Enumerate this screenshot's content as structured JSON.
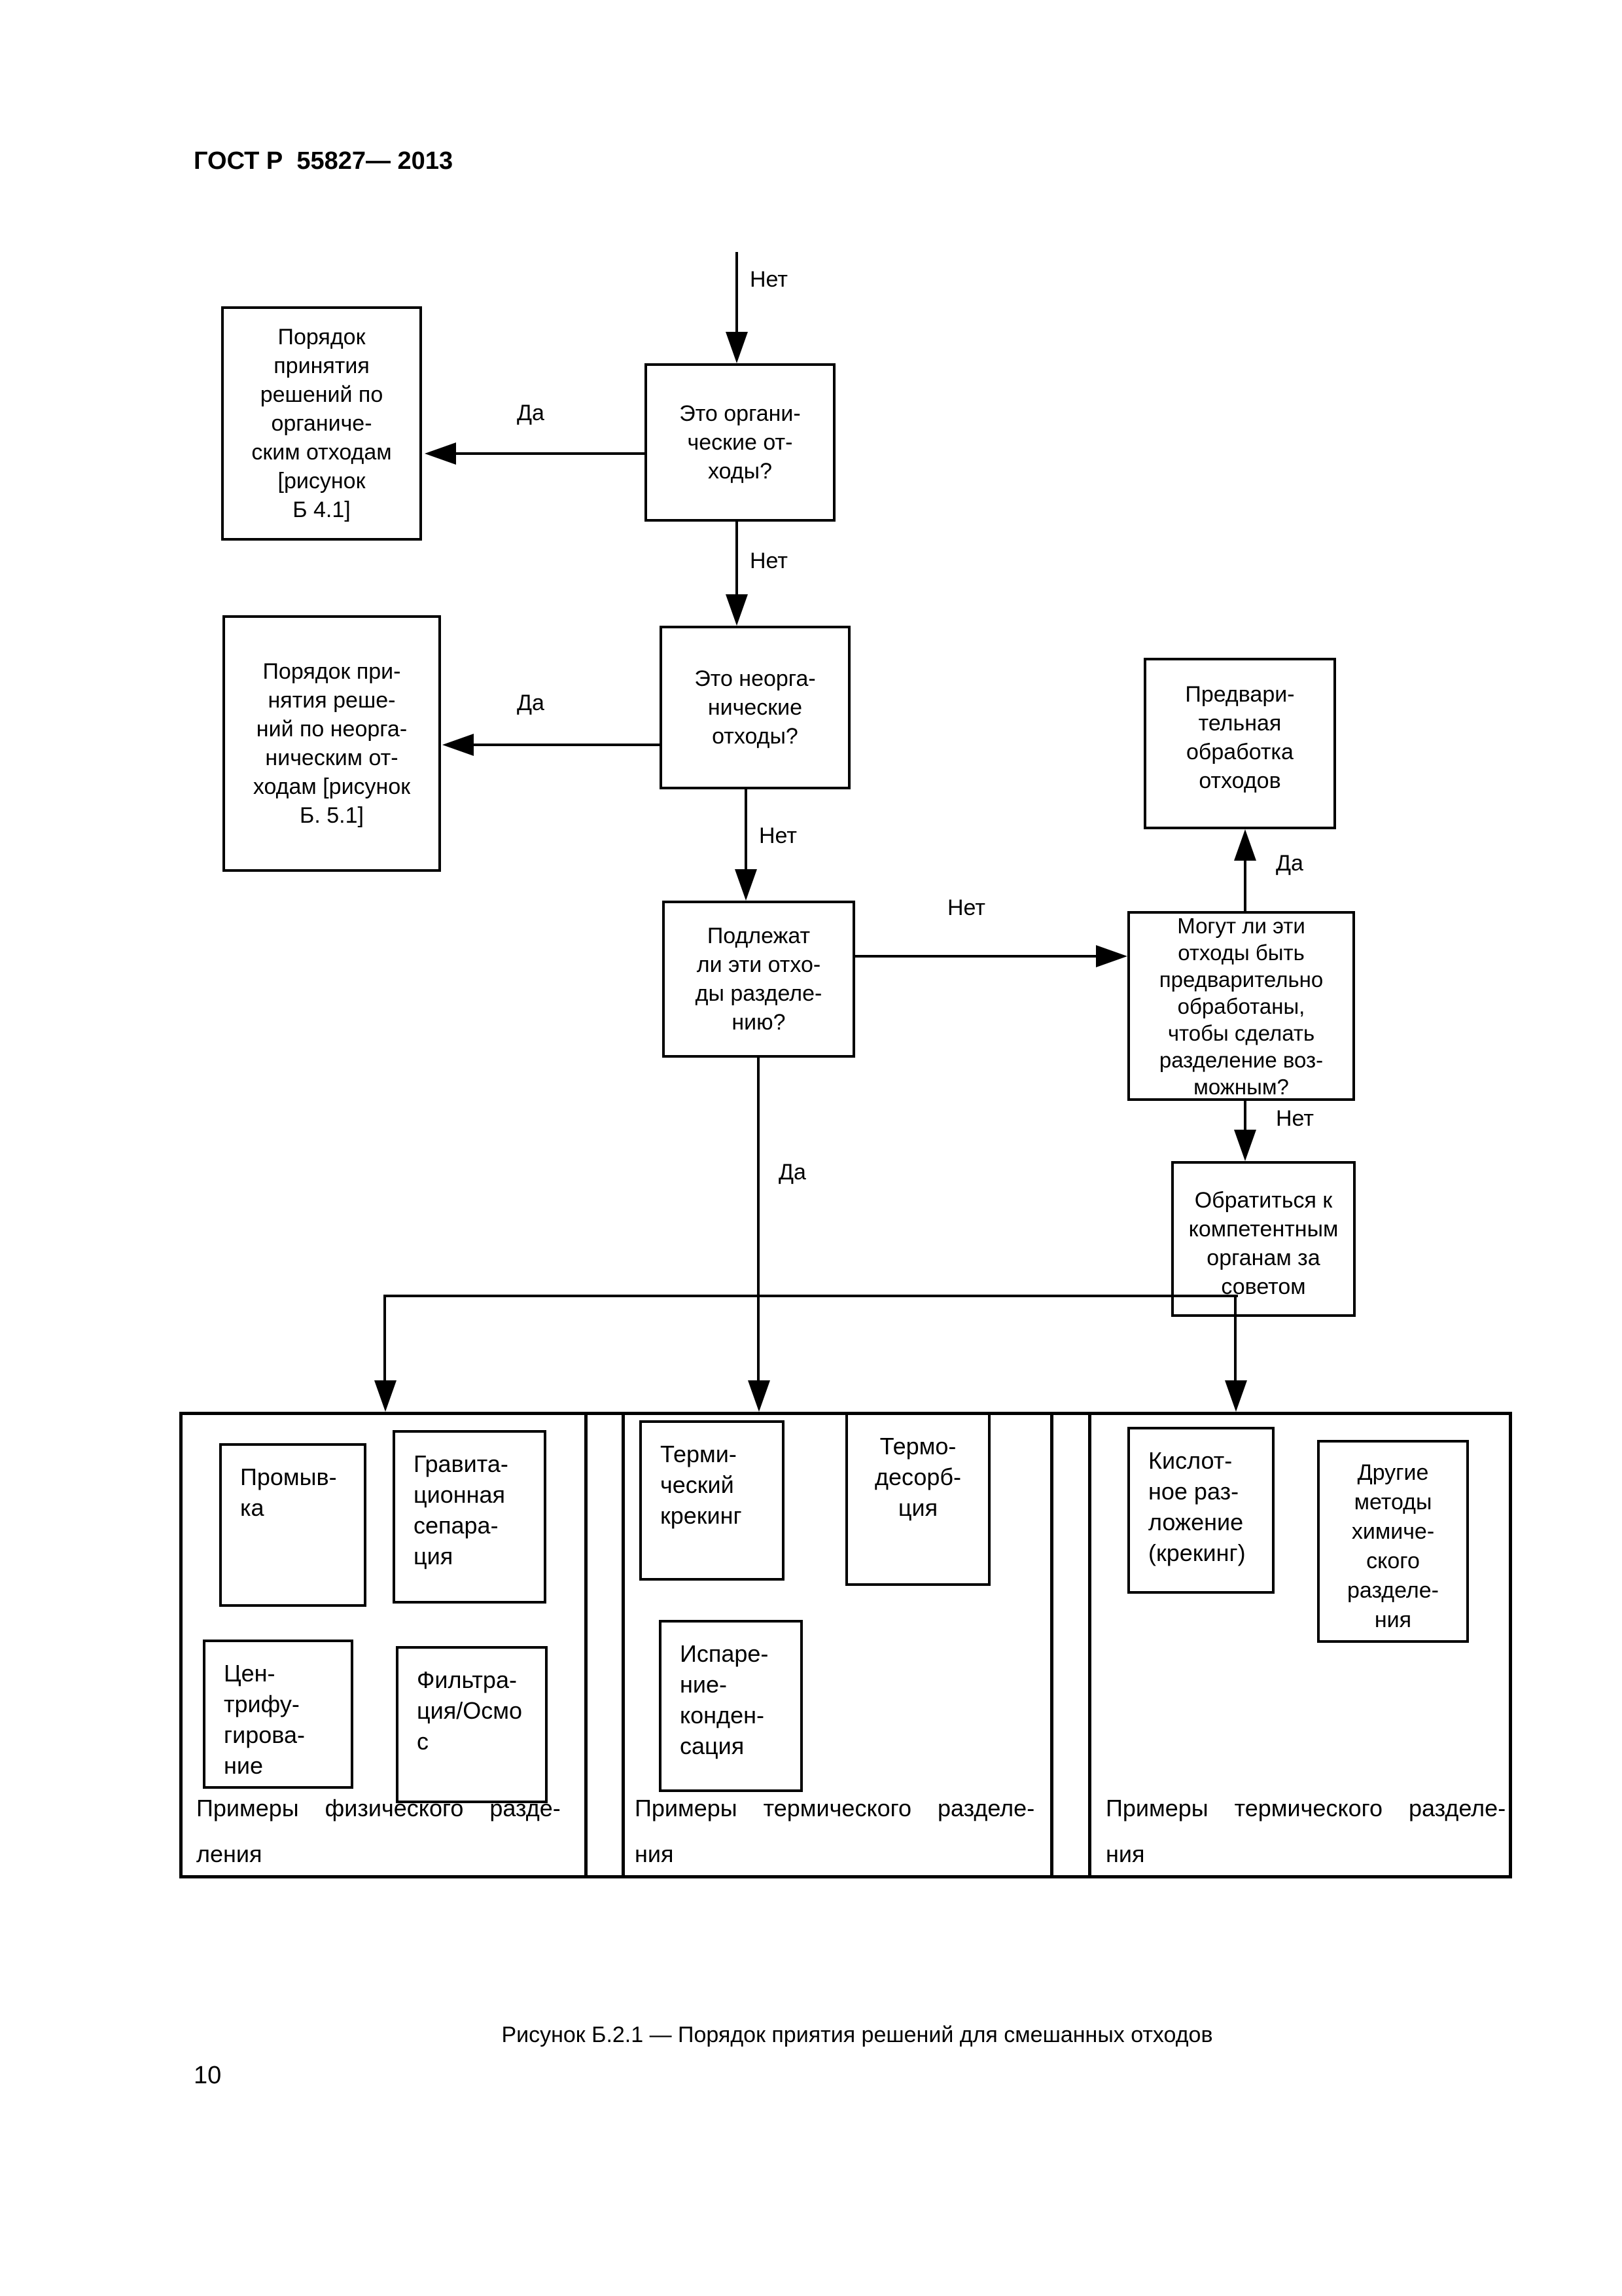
{
  "header": {
    "title": "ГОСТ Р  55827— 2013"
  },
  "labels": {
    "yes": "Да",
    "no": "Нет"
  },
  "nodes": {
    "organic_question": "Это органи-\nческие от-\nходы?",
    "organic_procedure": "Порядок\nпринятия\nрешений по\nорганиче-\nским отходам\n[рисунок\nБ 4.1]",
    "inorganic_question": "Это неорга-\nнические\nотходы?",
    "inorganic_procedure": "Порядок при-\nнятия реше-\nний по неорга-\nническим от-\nходам [рисунок\nБ. 5.1]",
    "separation_question": "Подлежат\nли эти отхо-\nды разделе-\nнию?",
    "pretreat_question": "Могут ли эти\nотходы быть\nпредварительно\nобработаны,\nчтобы сделать\nразделение воз-\nможным?",
    "pretreatment": "Предвари-\nтельная\nобработка\nотходов",
    "consult": "Обратиться к\nкомпетентным\nорганам за\nсоветом"
  },
  "groups": [
    {
      "label": "Примеры физического разде-\nления",
      "items": [
        "Промыв-\nка",
        "Гравита-\nционная\nсепара-\nция",
        "Цен-\nтрифу-\nгирова-\nние",
        "Фильтра-\nция/Осмо\nс"
      ]
    },
    {
      "label": "Примеры термического разделе-\nния",
      "items": [
        "Терми-\nческий\nкрекинг",
        "Термо-\nдесорб-\nция",
        "Испаре-\nние-\nконден-\nсация"
      ]
    },
    {
      "label": "Примеры термического разделе-\nния",
      "items": [
        "Кислот-\nное раз-\nложение\n(крекинг)",
        "Другие\nметоды\nхимиче-\nского\nразделе-\nния"
      ]
    }
  ],
  "footer": {
    "caption": "Рисунок Б.2.1 — Порядок приятия решений для смешанных отходов",
    "page_number": "10"
  }
}
